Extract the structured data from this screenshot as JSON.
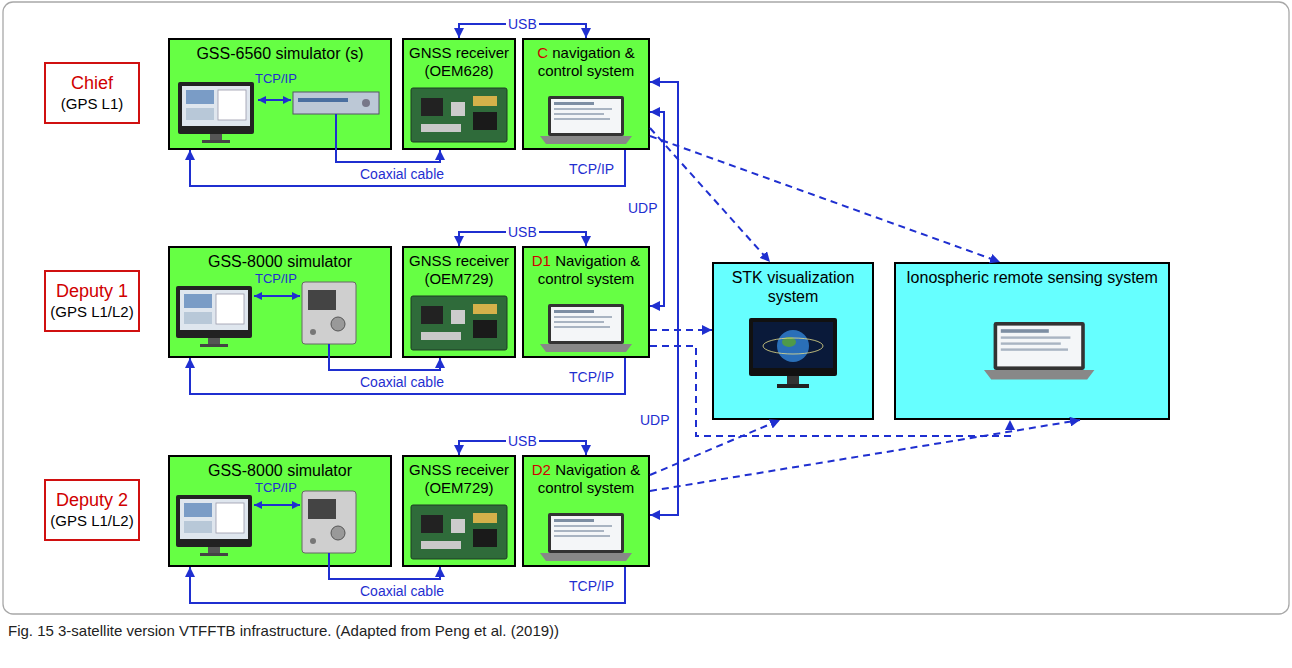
{
  "diagram": {
    "caption": "Fig. 15 3-satellite version VTFFTB infrastructure. (Adapted from Peng et al. (2019))",
    "nodes": [
      {
        "text": [
          "Chief",
          "(GPS L1)"
        ]
      },
      {
        "text": [
          "GSS-6560 simulator (s)"
        ]
      },
      {
        "text": [
          "GNSS receiver (OEM628)"
        ]
      },
      {
        "text": [
          "C",
          "navigation & control system"
        ]
      },
      {
        "text": [
          "Deputy 1",
          "(GPS L1/L2)"
        ]
      },
      {
        "text": [
          "GSS-8000 simulator"
        ]
      },
      {
        "text": [
          "GNSS receiver (OEM729)"
        ]
      },
      {
        "text": [
          "D1",
          "Navigation & control system"
        ]
      },
      {
        "text": [
          "STK visualization system"
        ]
      },
      {
        "text": [
          "Ionospheric remote sensing system"
        ]
      },
      {
        "text": [
          "Deputy 2",
          "(GPS L1/L2)"
        ]
      },
      {
        "text": [
          "GSS-8000 simulator"
        ]
      },
      {
        "text": [
          "GNSS receiver (OEM729)"
        ]
      },
      {
        "text": [
          "D2",
          "Navigation & control system"
        ]
      }
    ],
    "edges": [
      {
        "from": 2,
        "to": 3,
        "arrow": "both",
        "label": "USB"
      },
      {
        "from": 1,
        "to": 2,
        "arrow": "to",
        "label": "Coaxial cable"
      },
      {
        "from": 3,
        "to": 1,
        "arrow": "to",
        "label": "TCP/IP"
      },
      {
        "from": 3,
        "to": 7,
        "arrow": "both",
        "label": "UDP"
      },
      {
        "from": 3,
        "to": 13,
        "arrow": "both",
        "label": "UDP"
      },
      {
        "from": 3,
        "to": 8,
        "arrow": "to"
      },
      {
        "from": 3,
        "to": 9,
        "arrow": "to"
      },
      {
        "from": 6,
        "to": 7,
        "arrow": "both",
        "label": "USB"
      },
      {
        "from": 5,
        "to": 6,
        "arrow": "to",
        "label": "Coaxial cable"
      },
      {
        "from": 7,
        "to": 5,
        "arrow": "to",
        "label": "TCP/IP"
      },
      {
        "from": 7,
        "to": 8,
        "arrow": "to"
      },
      {
        "from": 7,
        "to": 9,
        "arrow": "to"
      },
      {
        "from": 12,
        "to": 13,
        "arrow": "both",
        "label": "USB"
      },
      {
        "from": 11,
        "to": 12,
        "arrow": "to",
        "label": "Coaxial cable"
      },
      {
        "from": 13,
        "to": 11,
        "arrow": "to",
        "label": "TCP/IP"
      },
      {
        "from": 13,
        "to": 8,
        "arrow": "to"
      },
      {
        "from": 13,
        "to": 9,
        "arrow": "to"
      }
    ],
    "labels": [
      "TCP/IP",
      "TCP/IP",
      "TCP/IP"
    ]
  }
}
